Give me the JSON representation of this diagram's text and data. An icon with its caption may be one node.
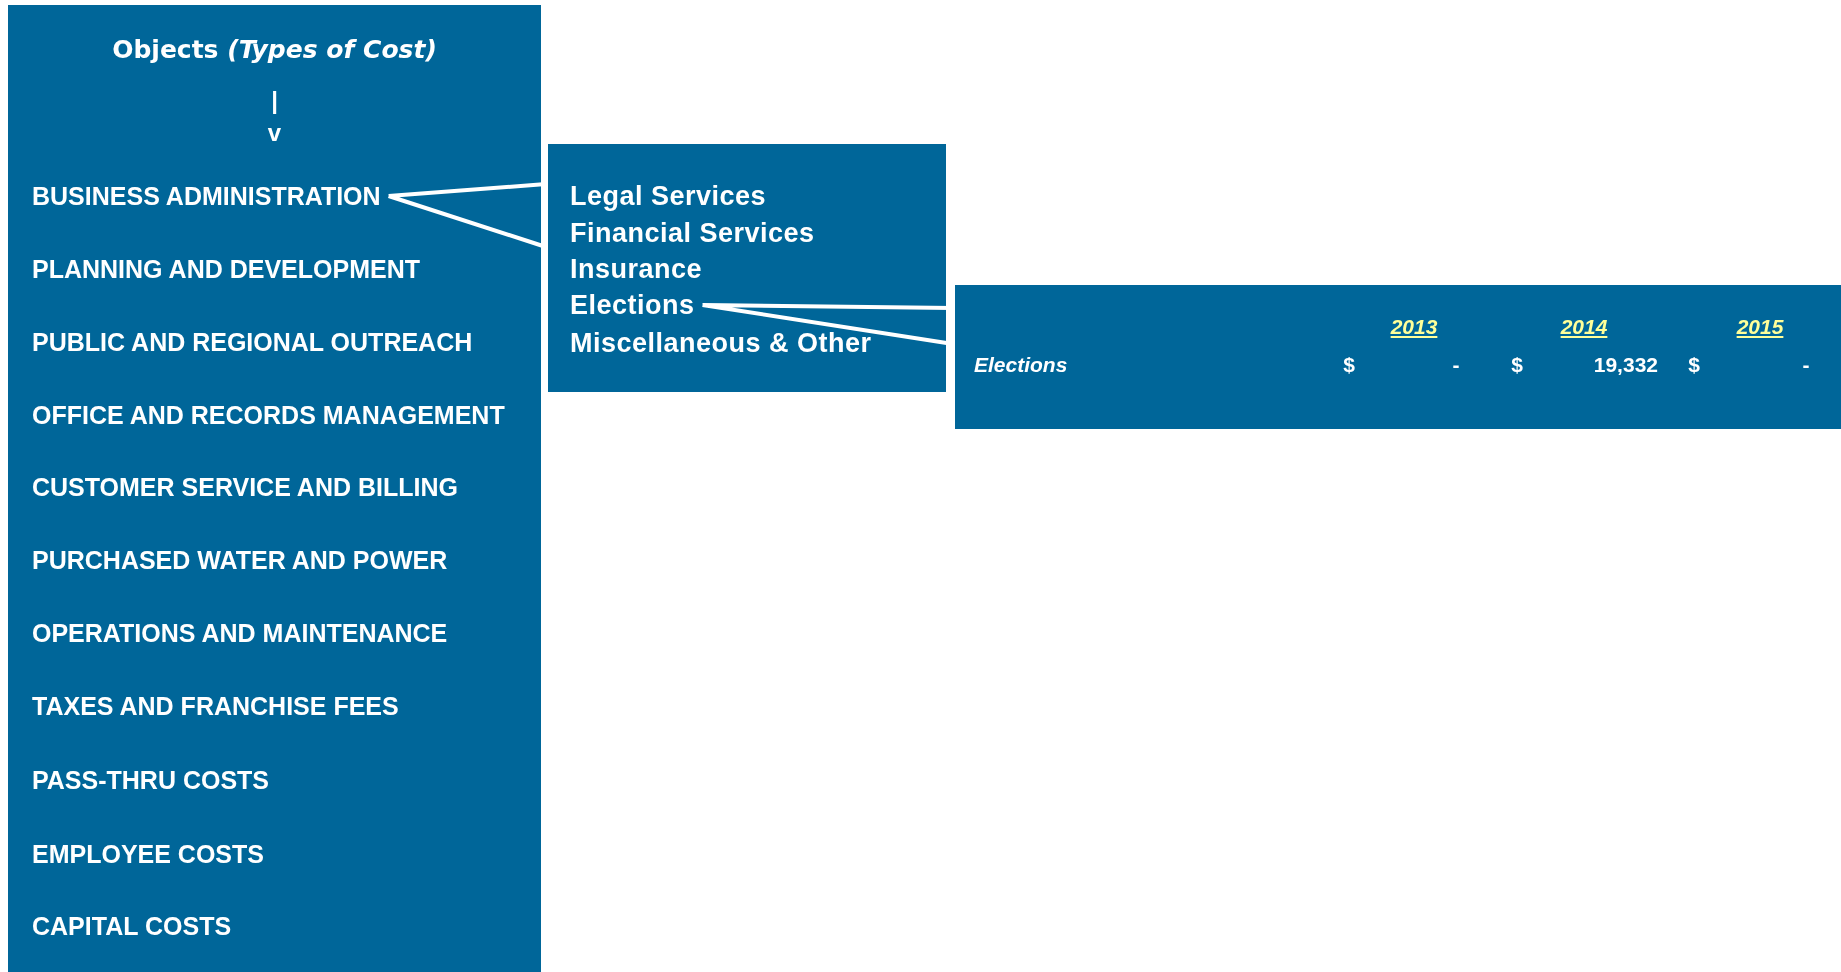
{
  "diagram": {
    "nodes": [
      {
        "text": [
          "Objects *(Types of Cost)*",
          "|",
          "v"
        ]
      },
      {
        "text": [
          "BUSINESS ADMINISTRATION"
        ],
        "in": 0
      },
      {
        "text": [
          "PLANNING AND DEVELOPMENT"
        ],
        "in": 0
      },
      {
        "text": [
          "PUBLIC AND REGIONAL OUTREACH"
        ],
        "in": 0
      },
      {
        "text": [
          "OFFICE AND RECORDS MANAGEMENT"
        ],
        "in": 0
      },
      {
        "text": [
          "CUSTOMER SERVICE AND BILLING"
        ],
        "in": 0
      },
      {
        "text": [
          "PURCHASED WATER AND POWER"
        ],
        "in": 0
      },
      {
        "text": [
          "OPERATIONS AND MAINTENANCE"
        ],
        "in": 0
      },
      {
        "text": [
          "TAXES AND FRANCHISE FEES"
        ],
        "in": 0
      },
      {
        "text": [
          "PASS-THRU COSTS"
        ],
        "in": 0
      },
      {
        "text": [
          "EMPLOYEE COSTS"
        ],
        "in": 0
      },
      {
        "text": [
          "CAPITAL COSTS"
        ],
        "in": 0
      },
      {
        "text": [],
        "shape": "box"
      },
      {
        "text": [
          "Legal Services"
        ],
        "in": 12
      },
      {
        "text": [
          "Financial Services"
        ],
        "in": 12
      },
      {
        "text": [
          "Insurance"
        ],
        "in": 12
      },
      {
        "text": [
          "Elections"
        ],
        "in": 12
      },
      {
        "text": [
          "Miscellaneous & Other"
        ],
        "in": 12
      },
      {
        "text": [
          "2013",
          "2014",
          "2015",
          "Elections",
          "$",
          "-",
          "$",
          "19,332",
          "$",
          "-"
        ]
      }
    ],
    "edges": [
      {
        "from": 1,
        "to": 12,
        "arrow": "none"
      },
      {
        "from": 16,
        "to": 18,
        "arrow": "none"
      }
    ]
  }
}
